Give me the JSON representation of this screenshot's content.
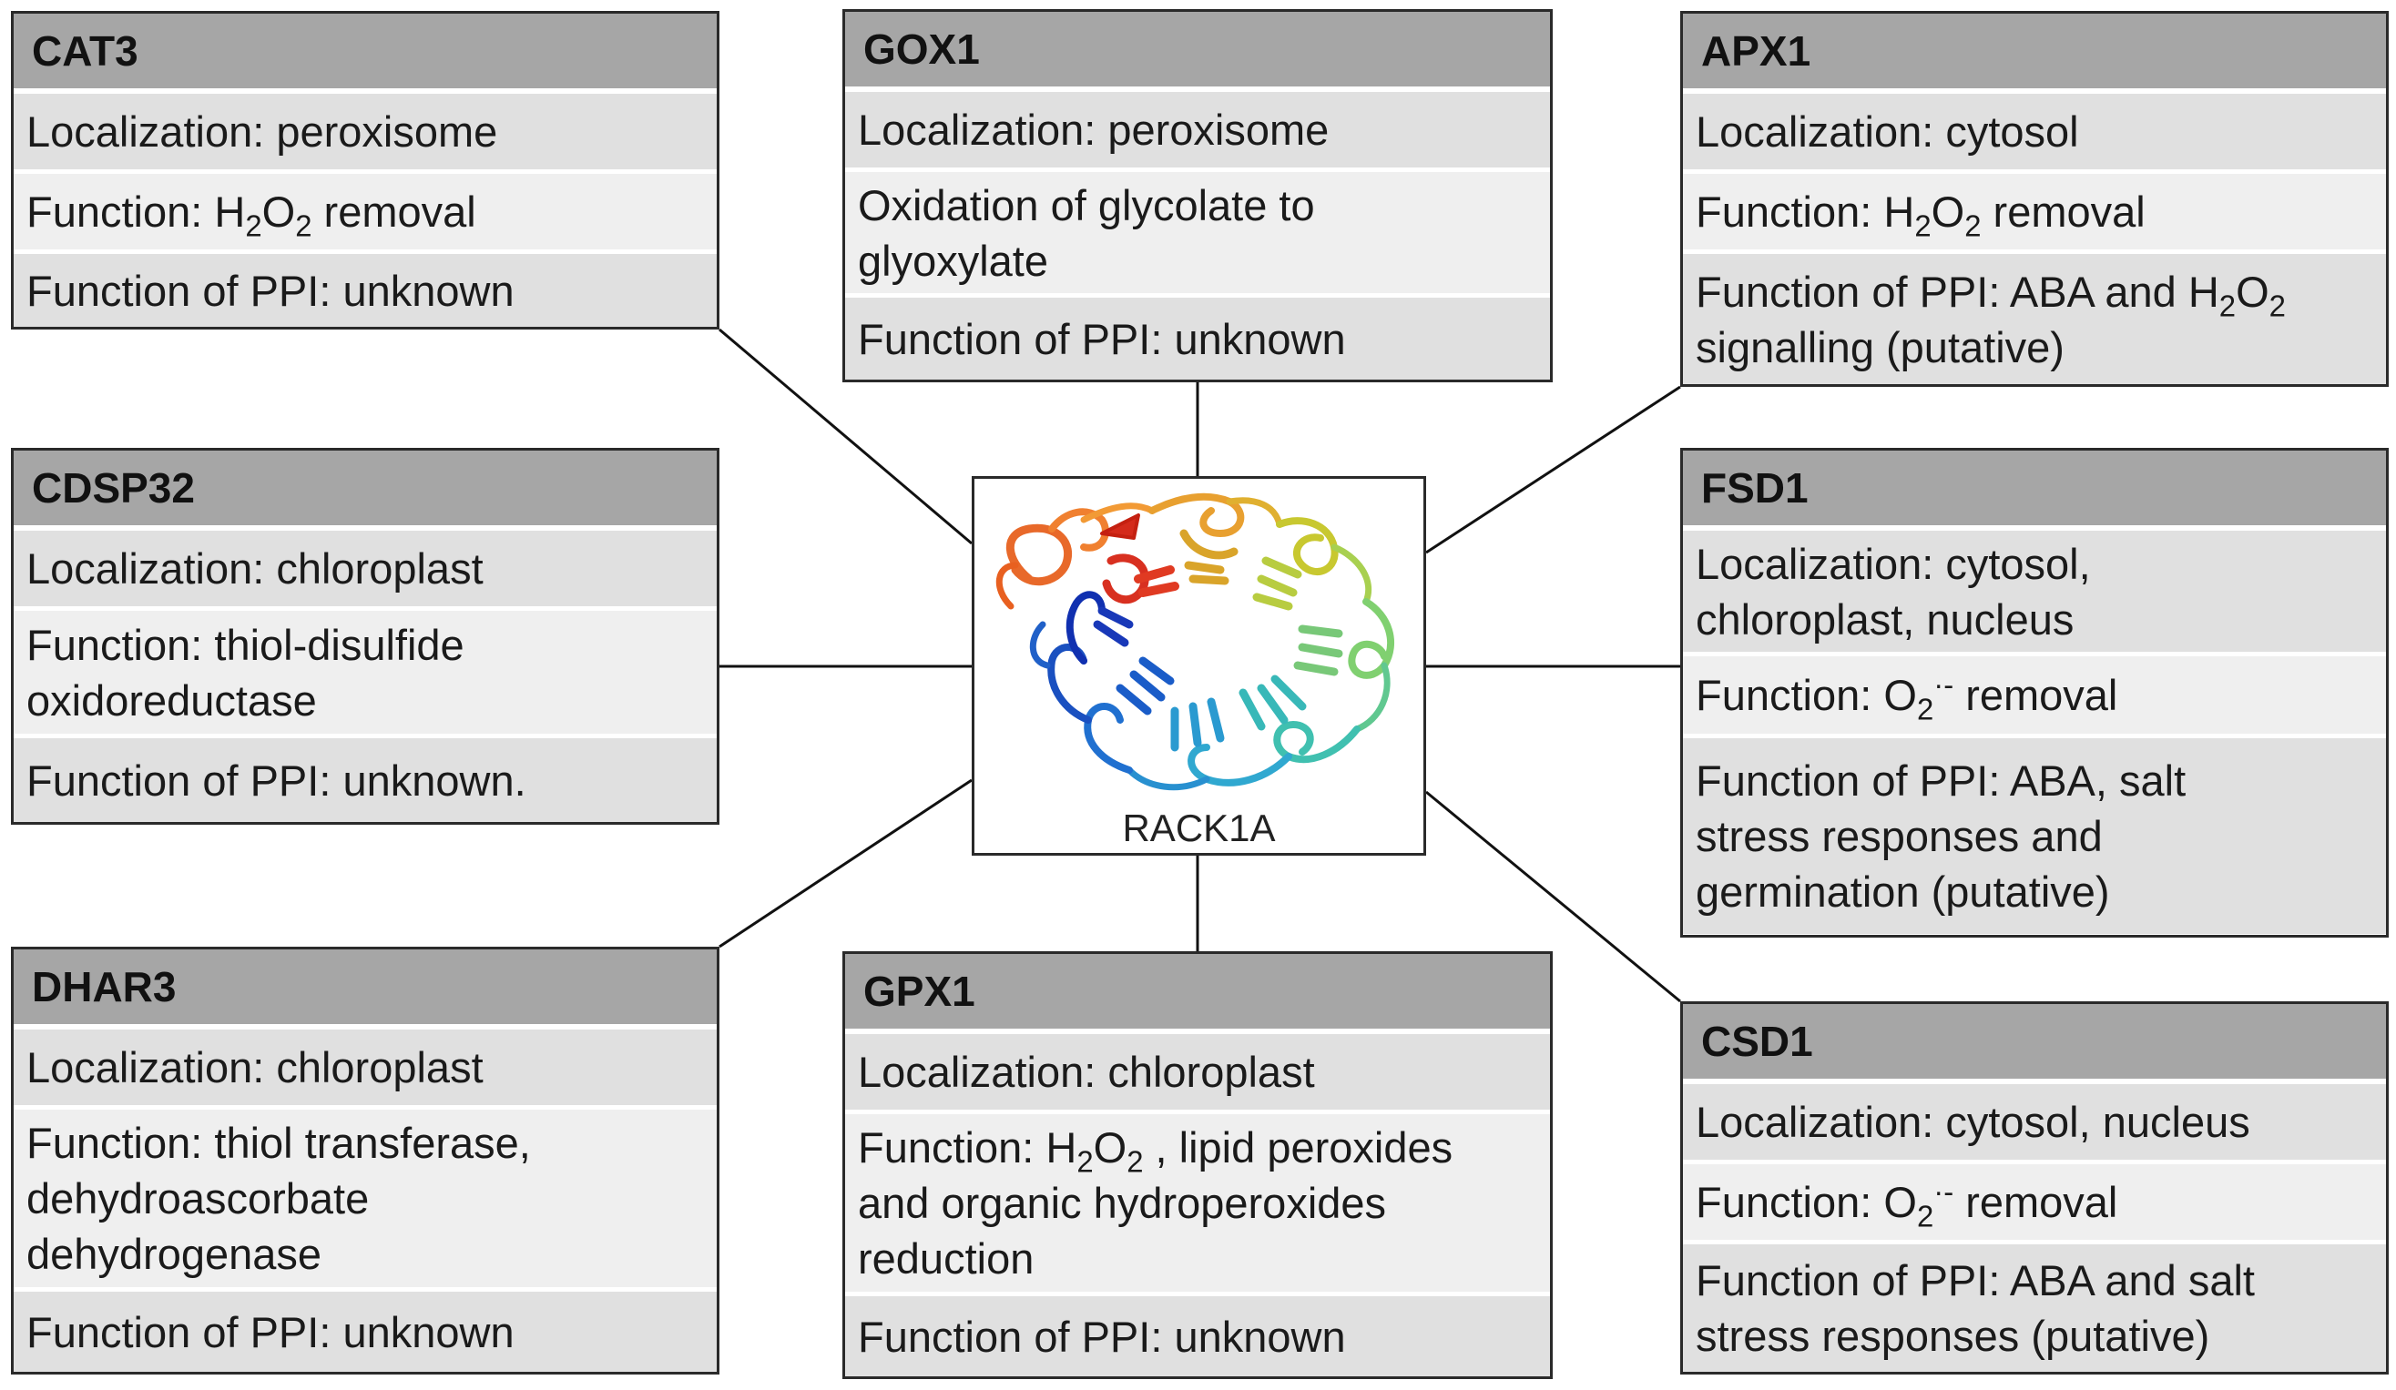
{
  "center": {
    "label": "RACK1A"
  },
  "boxes": {
    "cat3": {
      "title": "CAT3",
      "loc": "Localization: peroxisome",
      "fn_pre": "Function: H",
      "fn_s1": "2",
      "fn_mid": "O",
      "fn_s2": "2",
      "fn_post": " removal",
      "ppi": "Function of PPI: unknown"
    },
    "gox1": {
      "title": "GOX1",
      "loc": "Localization: peroxisome",
      "fn_l1": "Oxidation of glycolate to",
      "fn_l2": "glyoxylate",
      "ppi": "Function of PPI: unknown"
    },
    "apx1": {
      "title": "APX1",
      "loc": "Localization: cytosol",
      "fn_pre": "Function: H",
      "fn_s1": "2",
      "fn_mid": "O",
      "fn_s2": "2",
      "fn_post": " removal",
      "ppi_pre": "Function of PPI: ABA and H",
      "ppi_s1": "2",
      "ppi_mid": "O",
      "ppi_s2": "2",
      "ppi_l2": "signalling (putative)"
    },
    "cdsp32": {
      "title": "CDSP32",
      "loc": "Localization: chloroplast",
      "fn_l1": "Function: thiol-disulfide",
      "fn_l2": "oxidoreductase",
      "ppi": "Function of PPI: unknown."
    },
    "fsd1": {
      "title": "FSD1",
      "loc_l1": "Localization: cytosol,",
      "loc_l2": "chloroplast, nucleus",
      "fn_pre": "Function: O",
      "fn_sub": "2",
      "fn_sup": "·-",
      "fn_post": " removal",
      "ppi_l1": "Function of PPI: ABA, salt",
      "ppi_l2": "stress responses and",
      "ppi_l3": "germination (putative)"
    },
    "dhar3": {
      "title": "DHAR3",
      "loc": "Localization: chloroplast",
      "fn_l1": "Function: thiol transferase,",
      "fn_l2": "dehydroascorbate",
      "fn_l3": "dehydrogenase",
      "ppi": "Function of PPI: unknown"
    },
    "gpx1": {
      "title": "GPX1",
      "loc": "Localization: chloroplast",
      "fn_pre": "Function: H",
      "fn_s1": "2",
      "fn_mid": "O",
      "fn_s2": "2",
      "fn_post": " , lipid peroxides",
      "fn_l2": "and organic hydroperoxides",
      "fn_l3": "reduction",
      "ppi": "Function of PPI: unknown"
    },
    "csd1": {
      "title": "CSD1",
      "loc": "Localization: cytosol, nucleus",
      "fn_pre": "Function: O",
      "fn_sub": "2",
      "fn_sup": "·-",
      "fn_post": " removal",
      "ppi_l1": "Function of PPI: ABA and salt",
      "ppi_l2": "stress responses (putative)"
    }
  }
}
